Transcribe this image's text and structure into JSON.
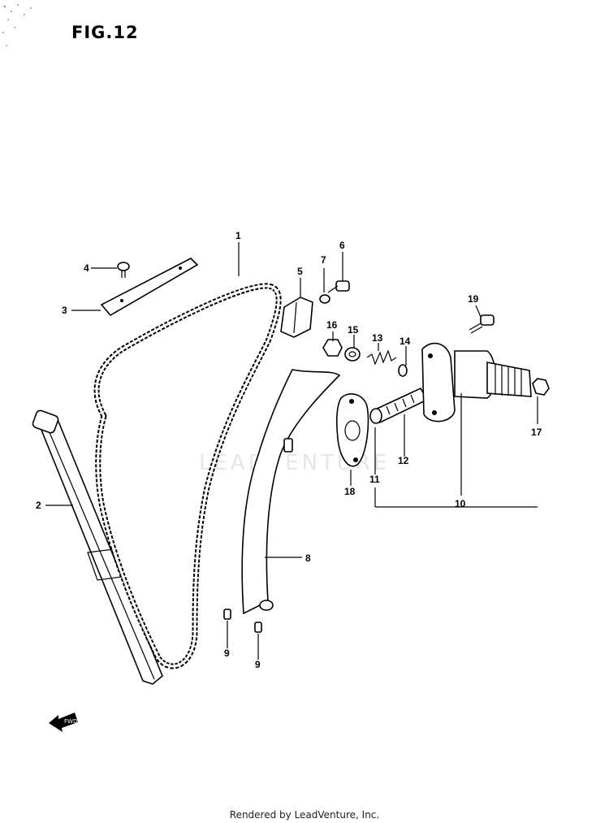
{
  "header": {
    "title": "FIG.12"
  },
  "footer": {
    "text": "Rendered by LeadVenture, Inc."
  },
  "watermark": {
    "text": "LEADVENTURE"
  },
  "callouts": {
    "p1": "1",
    "p2": "2",
    "p3": "3",
    "p4": "4",
    "p5": "5",
    "p6": "6",
    "p7": "7",
    "p8": "8",
    "p9a": "9",
    "p9b": "9",
    "p10": "10",
    "p11": "11",
    "p12": "12",
    "p13": "13",
    "p14": "14",
    "p15": "15",
    "p16": "16",
    "p17": "17",
    "p18": "18",
    "p19": "19"
  },
  "icons": {
    "direction": "forward-arrow-icon"
  }
}
